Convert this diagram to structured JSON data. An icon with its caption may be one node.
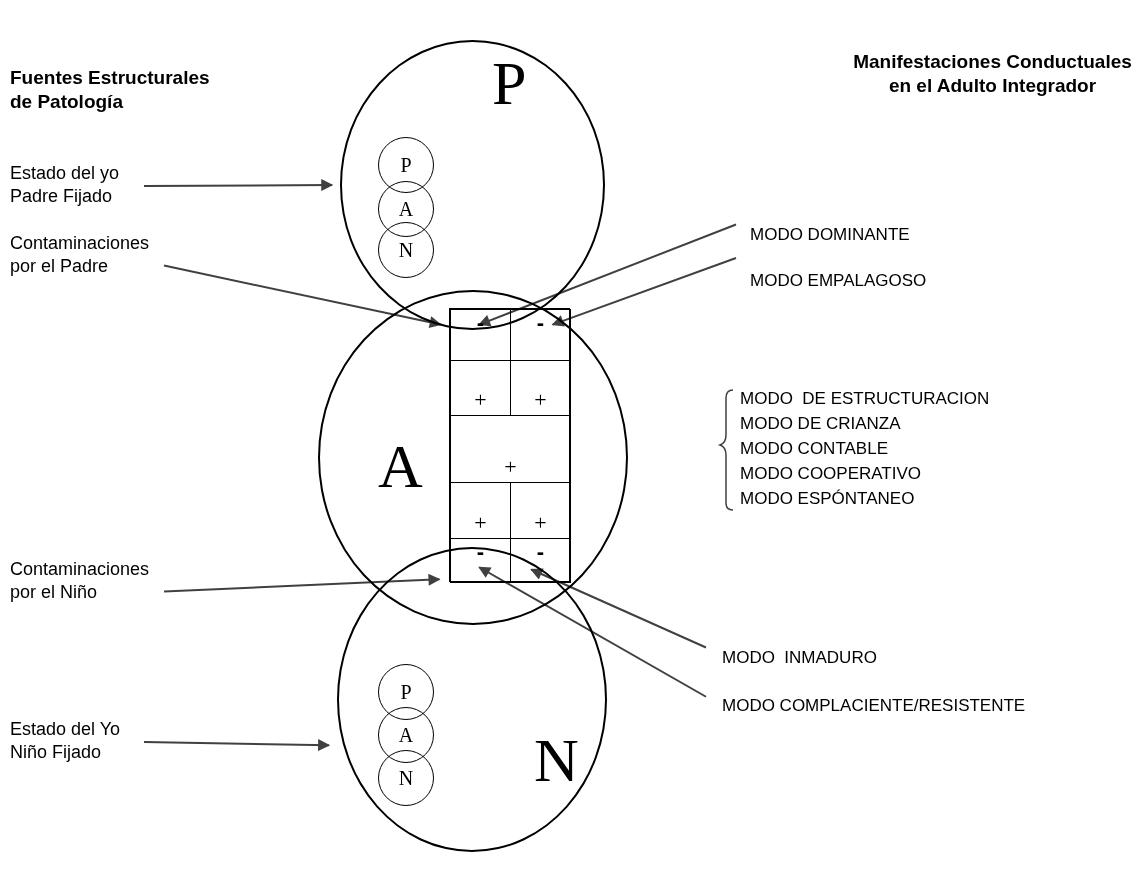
{
  "diagram": {
    "nodes": [
      {
        "text": [
          "P"
        ]
      },
      {
        "text": [
          "P"
        ],
        "in": 0
      },
      {
        "text": [
          "A"
        ],
        "in": 0
      },
      {
        "text": [
          "N"
        ],
        "in": 0
      },
      {
        "text": [
          "A"
        ]
      },
      {
        "text": [],
        "shape": "box",
        "in": 4
      },
      {
        "text": [
          "-"
        ],
        "in": 5
      },
      {
        "text": [
          "-"
        ],
        "in": 5
      },
      {
        "text": [
          "+"
        ],
        "in": 5
      },
      {
        "text": [
          "+"
        ],
        "in": 5
      },
      {
        "text": [
          "+"
        ],
        "in": 5
      },
      {
        "text": [
          "+"
        ],
        "in": 5
      },
      {
        "text": [
          "+"
        ],
        "in": 5
      },
      {
        "text": [
          "-"
        ],
        "in": 5
      },
      {
        "text": [
          "-"
        ],
        "in": 5
      },
      {
        "text": [
          "N"
        ]
      },
      {
        "text": [
          "P"
        ],
        "in": 15
      },
      {
        "text": [
          "A"
        ],
        "in": 15
      },
      {
        "text": [
          "N"
        ],
        "in": 15
      },
      {
        "text": [
          "Estado del yo Padre Fijado"
        ]
      },
      {
        "text": [
          "Contaminaciones por el Padre"
        ]
      },
      {
        "text": [
          "Contaminaciones por el Niño"
        ]
      },
      {
        "text": [
          "Estado del Yo Niño Fijado"
        ]
      },
      {
        "text": [
          "MODO DOMINANTE"
        ]
      },
      {
        "text": [
          "MODO EMPALAGOSO"
        ]
      },
      {
        "text": [
          "MODO  INMADURO"
        ]
      },
      {
        "text": [
          "MODO COMPLACIENTE/RESISTENTE"
        ]
      }
    ],
    "edges": [
      {
        "from": 19,
        "to": 0,
        "arrow": "to"
      },
      {
        "from": 20,
        "to": 5,
        "arrow": "to"
      },
      {
        "from": 21,
        "to": 5,
        "arrow": "to"
      },
      {
        "from": 22,
        "to": 15,
        "arrow": "to"
      },
      {
        "from": 23,
        "to": 6,
        "arrow": "to"
      },
      {
        "from": 24,
        "to": 7,
        "arrow": "to"
      },
      {
        "from": 25,
        "to": 14,
        "arrow": "to"
      },
      {
        "from": 26,
        "to": 13,
        "arrow": "to"
      }
    ],
    "labels": [
      "Fuentes Estructurales de Patología",
      "Manifestaciones Conductuales en el Adulto Integrador",
      "MODO  DE ESTRUCTURACION",
      "MODO DE CRIANZA",
      "MODO CONTABLE",
      "MODO COOPERATIVO",
      "MODO ESPÓNTANEO"
    ]
  }
}
